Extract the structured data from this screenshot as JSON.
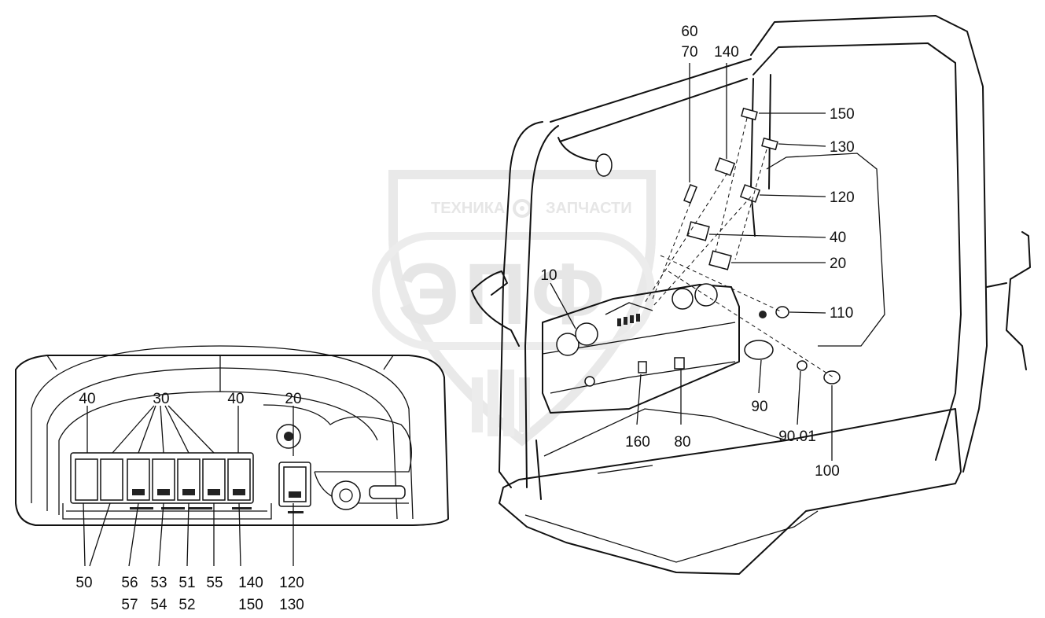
{
  "watermark": {
    "left_word": "ТЕХНИКА",
    "right_word": "ЗАПЧАСТИ",
    "logo_letters": "ЭПФ",
    "gear_icon": "gear-icon",
    "color": "#e6e6e6"
  },
  "detail_view": {
    "top_labels": [
      "40",
      "30",
      "40",
      "20"
    ],
    "bottom_labels": {
      "row1": [
        "50",
        "56",
        "53",
        "51",
        "55",
        "140",
        "120"
      ],
      "row2": [
        "57",
        "54",
        "52",
        "150",
        "130"
      ]
    }
  },
  "main_view": {
    "callouts": [
      "60",
      "70",
      "140",
      "150",
      "130",
      "120",
      "40",
      "20",
      "110",
      "10",
      "90",
      "90.01",
      "100",
      "160",
      "80"
    ]
  }
}
